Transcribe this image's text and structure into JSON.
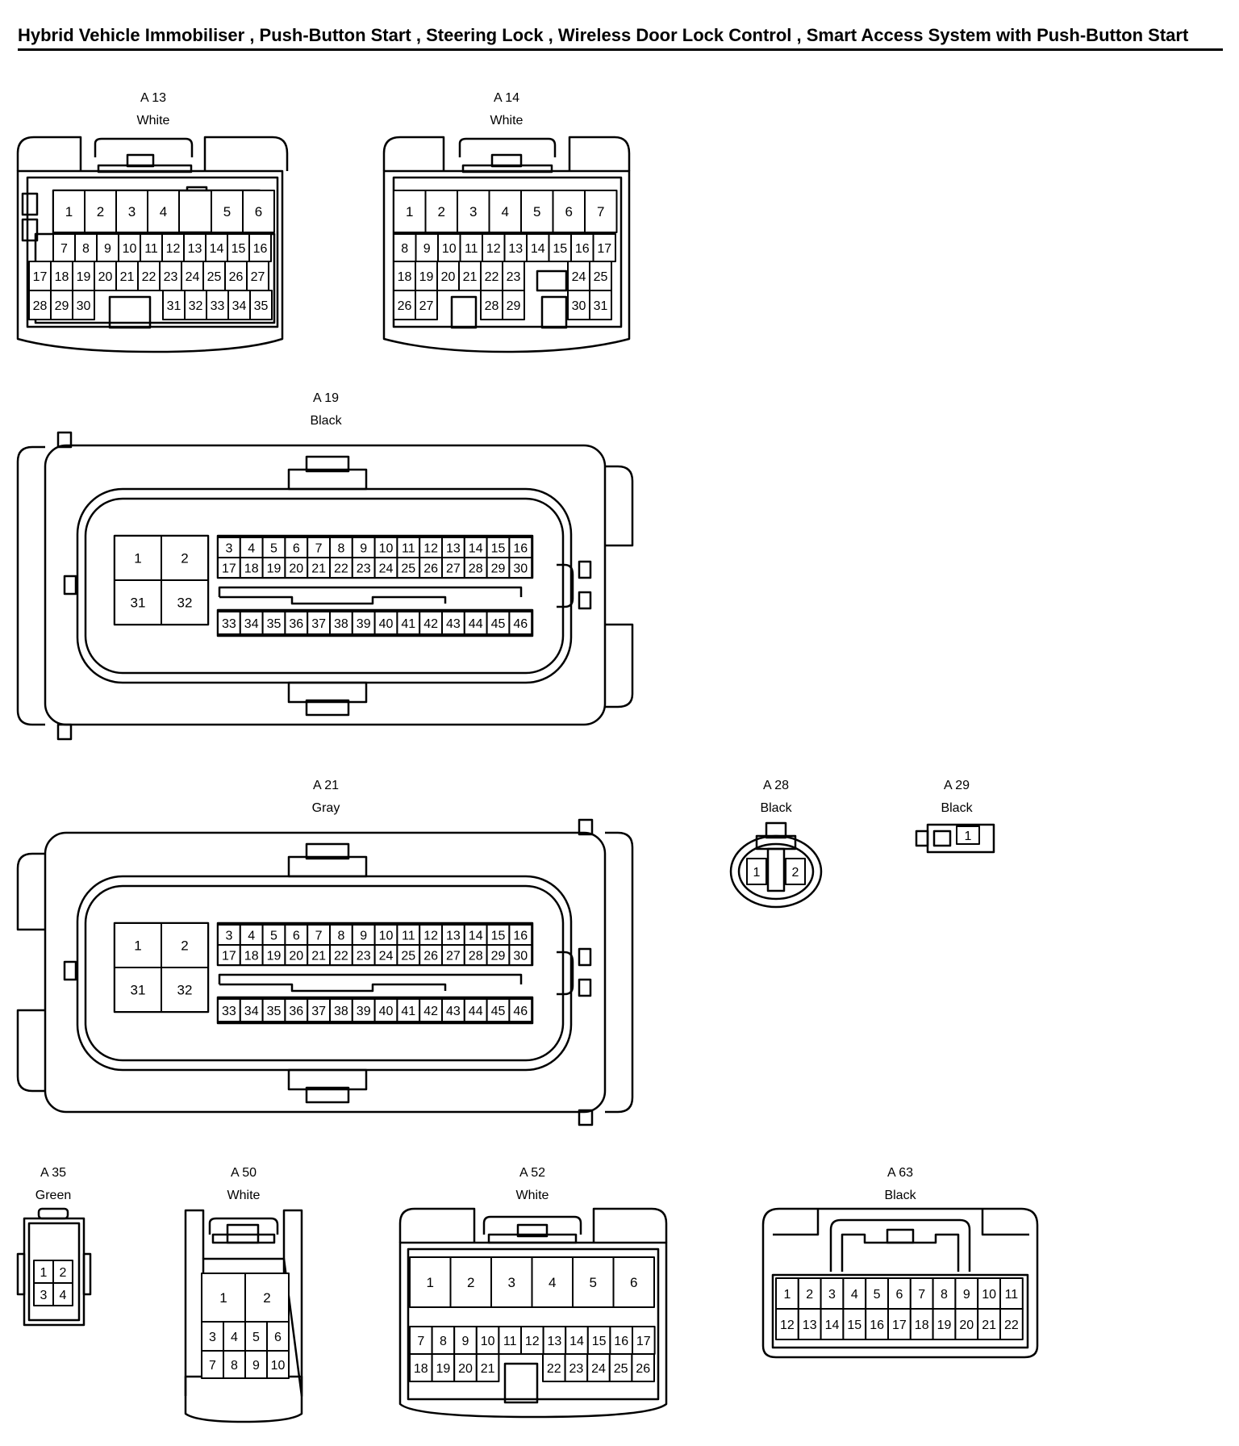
{
  "title": "Hybrid Vehicle Immobiliser , Push-Button Start , Steering Lock , Wireless Door Lock Control , Smart Access System with Push-Button Start",
  "connectors": [
    {
      "id": "A 13",
      "color": "White",
      "rows": [
        [
          "1",
          "2",
          "3",
          "4",
          "5",
          "6"
        ],
        [
          "7",
          "8",
          "9",
          "10",
          "11",
          "12",
          "13",
          "14",
          "15",
          "16"
        ],
        [
          "17",
          "18",
          "19",
          "20",
          "21",
          "22",
          "23",
          "24",
          "25",
          "26",
          "27"
        ],
        [
          "28",
          "29",
          "30",
          "31",
          "32",
          "33",
          "34",
          "35"
        ]
      ]
    },
    {
      "id": "A 14",
      "color": "White",
      "rows": [
        [
          "1",
          "2",
          "3",
          "4",
          "5",
          "6",
          "7"
        ],
        [
          "8",
          "9",
          "10",
          "11",
          "12",
          "13",
          "14",
          "15",
          "16",
          "17"
        ],
        [
          "18",
          "19",
          "20",
          "21",
          "22",
          "23",
          "24",
          "25"
        ],
        [
          "26",
          "27",
          "28",
          "29",
          "30",
          "31"
        ]
      ]
    },
    {
      "id": "A 19",
      "color": "Black",
      "block": [
        "1",
        "2",
        "31",
        "32"
      ],
      "rows": [
        [
          "3",
          "4",
          "5",
          "6",
          "7",
          "8",
          "9",
          "10",
          "11",
          "12",
          "13",
          "14",
          "15",
          "16"
        ],
        [
          "17",
          "18",
          "19",
          "20",
          "21",
          "22",
          "23",
          "24",
          "25",
          "26",
          "27",
          "28",
          "29",
          "30"
        ],
        [
          "33",
          "34",
          "35",
          "36",
          "37",
          "38",
          "39",
          "40",
          "41",
          "42",
          "43",
          "44",
          "45",
          "46"
        ]
      ]
    },
    {
      "id": "A 21",
      "color": "Gray",
      "block": [
        "1",
        "2",
        "31",
        "32"
      ],
      "rows": [
        [
          "3",
          "4",
          "5",
          "6",
          "7",
          "8",
          "9",
          "10",
          "11",
          "12",
          "13",
          "14",
          "15",
          "16"
        ],
        [
          "17",
          "18",
          "19",
          "20",
          "21",
          "22",
          "23",
          "24",
          "25",
          "26",
          "27",
          "28",
          "29",
          "30"
        ],
        [
          "33",
          "34",
          "35",
          "36",
          "37",
          "38",
          "39",
          "40",
          "41",
          "42",
          "43",
          "44",
          "45",
          "46"
        ]
      ]
    },
    {
      "id": "A 28",
      "color": "Black",
      "rows": [
        [
          "1",
          "2"
        ]
      ]
    },
    {
      "id": "A 29",
      "color": "Black",
      "rows": [
        [
          "1"
        ]
      ]
    },
    {
      "id": "A 35",
      "color": "Green",
      "rows": [
        [
          "1",
          "2"
        ],
        [
          "3",
          "4"
        ]
      ]
    },
    {
      "id": "A 50",
      "color": "White",
      "rows": [
        [
          "1",
          "2"
        ],
        [
          "3",
          "4",
          "5",
          "6"
        ],
        [
          "7",
          "8",
          "9",
          "10"
        ]
      ]
    },
    {
      "id": "A 52",
      "color": "White",
      "rows": [
        [
          "1",
          "2",
          "3",
          "4",
          "5",
          "6"
        ],
        [
          "7",
          "8",
          "9",
          "10",
          "11",
          "12",
          "13",
          "14",
          "15",
          "16",
          "17"
        ],
        [
          "18",
          "19",
          "20",
          "21",
          "22",
          "23",
          "24",
          "25",
          "26"
        ]
      ]
    },
    {
      "id": "A 63",
      "color": "Black",
      "rows": [
        [
          "1",
          "2",
          "3",
          "4",
          "5",
          "6",
          "7",
          "8",
          "9",
          "10",
          "11"
        ],
        [
          "12",
          "13",
          "14",
          "15",
          "16",
          "17",
          "18",
          "19",
          "20",
          "21",
          "22"
        ]
      ]
    }
  ]
}
